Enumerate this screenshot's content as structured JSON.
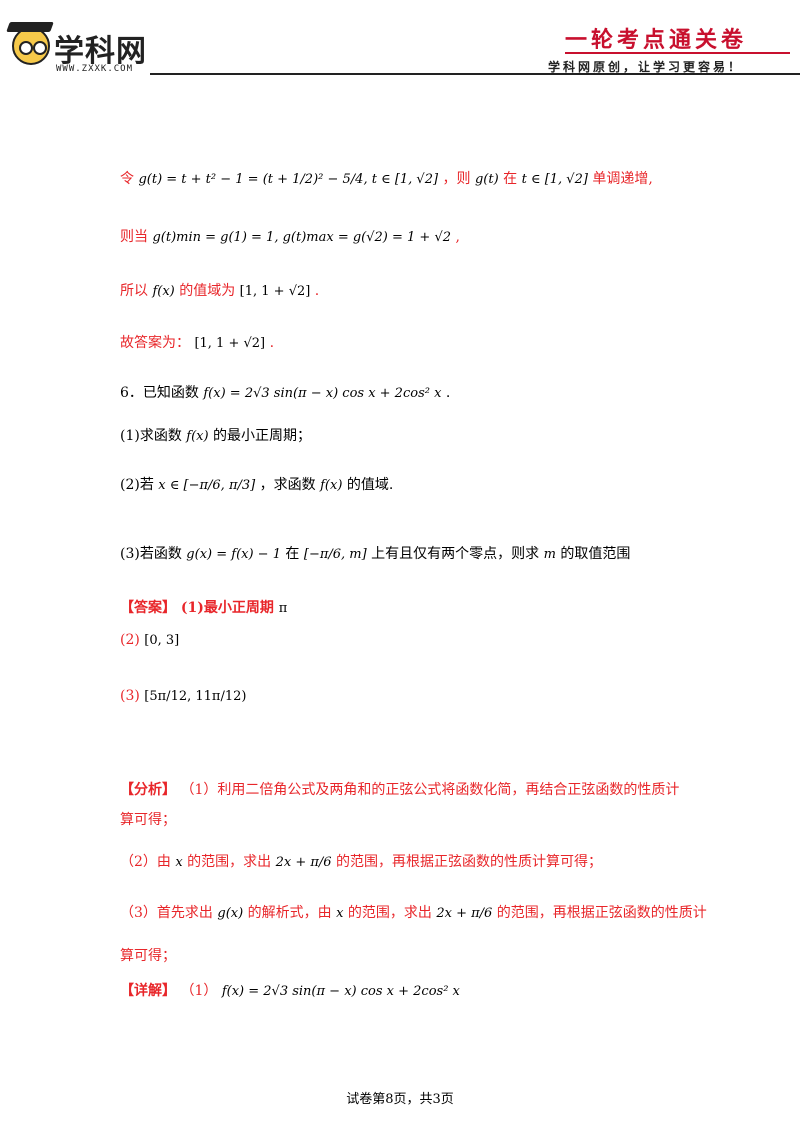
{
  "header": {
    "logo_text": "学科网",
    "logo_url": "WWW.ZXXK.COM",
    "title": "一轮考点通关卷",
    "slogan": "学科网原创，让学习更容易！"
  },
  "solution_cont": {
    "line1_prefix": "令",
    "line1_math": "g(t) = t + t² − 1 = (t + 1/2)² − 5/4, t ∈ [1, √2]",
    "line1_mid": "，则",
    "line1_math2": "g(t)",
    "line1_mid2": "在",
    "line1_math3": "t ∈ [1, √2]",
    "line1_suffix": "单调递增,",
    "line2_prefix": "则当",
    "line2_math": "g(t)min = g(1) = 1, g(t)max = g(√2) = 1 + √2",
    "line2_suffix": ",",
    "line3_prefix": "所以",
    "line3_math": "f(x)",
    "line3_mid": "的值域为",
    "line3_math2": "[1, 1 + √2]",
    "line3_suffix": ".",
    "line4_prefix": "故答案为：",
    "line4_math": "[1, 1 + √2]",
    "line4_suffix": "."
  },
  "problem6": {
    "stem_prefix": "6．已知函数",
    "stem_math": "f(x) = 2√3 sin(π − x) cos x + 2cos² x",
    "stem_suffix": ".",
    "q1_prefix": "(1)求函数",
    "q1_math": "f(x)",
    "q1_suffix": "的最小正周期；",
    "q2_prefix": "(2)若",
    "q2_math": "x ∈ [−π/6, π/3]",
    "q2_mid": "，求函数",
    "q2_math2": "f(x)",
    "q2_suffix": "的值域.",
    "q3_prefix": "(3)若函数",
    "q3_math": "g(x) = f(x) − 1",
    "q3_mid": "在",
    "q3_math2": "[−π/6, m]",
    "q3_mid2": "上有且仅有两个零点，则求",
    "q3_math3": "m",
    "q3_suffix": "的取值范围"
  },
  "answer": {
    "tag": "【答案】",
    "a1": "(1)最小正周期",
    "a1_math": "π",
    "a2": "(2)",
    "a2_math": "[0, 3]",
    "a3": "(3)",
    "a3_math": "[5π/12, 11π/12)"
  },
  "analysis": {
    "tag": "【分析】",
    "p1": "（1）利用二倍角公式及两角和的正弦公式将函数化简，再结合正弦函数的性质计",
    "p1b": "算可得；",
    "p2_prefix": "（2）由",
    "p2_math": "x",
    "p2_mid": "的范围，求出",
    "p2_math2": "2x + π/6",
    "p2_suffix": "的范围，再根据正弦函数的性质计算可得；",
    "p3_prefix": "（3）首先求出",
    "p3_math": "g(x)",
    "p3_mid": "的解析式，由",
    "p3_math2": "x",
    "p3_mid2": "的范围，求出",
    "p3_math3": "2x + π/6",
    "p3_suffix": "的范围，再根据正弦函数的性质计",
    "p3b": "算可得；"
  },
  "detail": {
    "tag": "【详解】",
    "p1_prefix": "（1）",
    "p1_math": "f(x) = 2√3 sin(π − x) cos x + 2cos² x"
  },
  "footer": {
    "text": "试卷第8页，共3页"
  }
}
